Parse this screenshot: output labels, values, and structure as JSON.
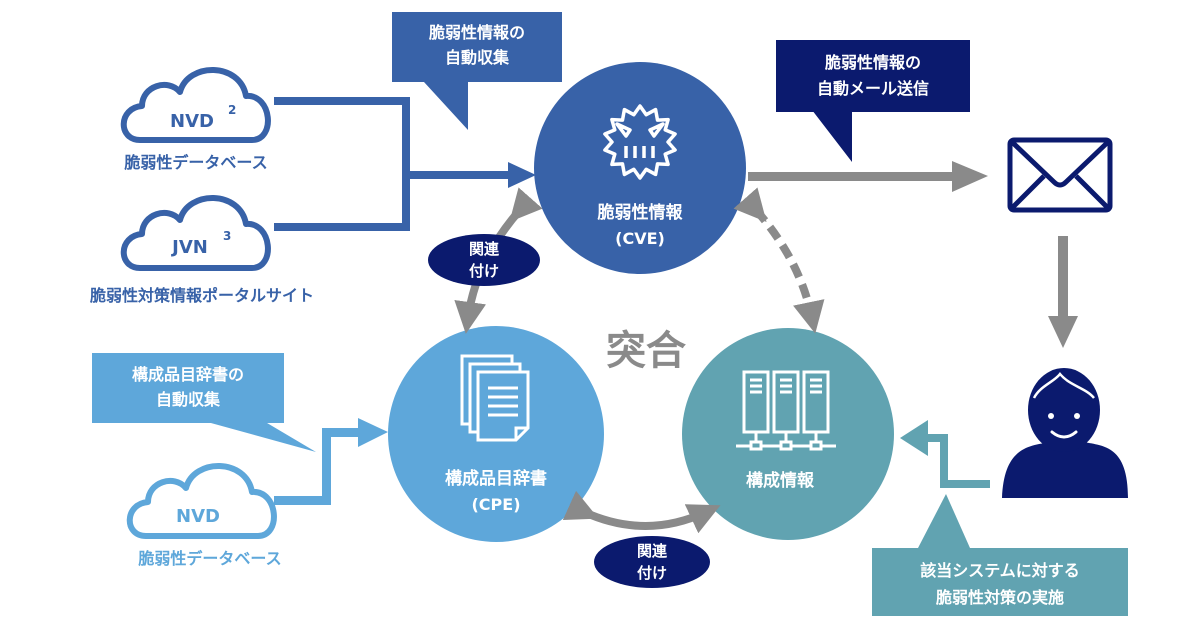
{
  "colors": {
    "dark_blue": "#3862a8",
    "navy": "#0b1a6e",
    "light_blue": "#5ea7da",
    "teal": "#61a3b1",
    "gray": "#8a8a8a",
    "white": "#ffffff"
  },
  "sources": {
    "nvd_top": {
      "name": "NVD",
      "superscript": "2",
      "caption": "脆弱性データベース"
    },
    "jvn": {
      "name": "JVN",
      "superscript": "3",
      "caption": "脆弱性対策情報ポータルサイト"
    },
    "nvd_bottom": {
      "name": "NVD",
      "caption": "脆弱性データベース"
    }
  },
  "callouts": {
    "vuln_collect": {
      "line1": "脆弱性情報の",
      "line2": "自動収集"
    },
    "mail_send": {
      "line1": "脆弱性情報の",
      "line2": "自動メール送信"
    },
    "cpe_collect": {
      "line1": "構成品目辞書の",
      "line2": "自動収集"
    },
    "countermeasure": {
      "line1": "該当システムに対する",
      "line2": "脆弱性対策の実施"
    }
  },
  "nodes": {
    "cve": {
      "line1": "脆弱性情報",
      "line2": "(CVE)",
      "icon": "virus-icon"
    },
    "cpe": {
      "line1": "構成品目辞書",
      "line2": "(CPE)",
      "icon": "documents-icon"
    },
    "config": {
      "line1": "構成情報",
      "icon": "servers-icon"
    }
  },
  "center_label": "突合",
  "link_badges": {
    "left": {
      "line1": "関連",
      "line2": "付け"
    },
    "bottom": {
      "line1": "関連",
      "line2": "付け"
    }
  },
  "icons": {
    "mail": "envelope-icon",
    "user": "person-icon"
  }
}
